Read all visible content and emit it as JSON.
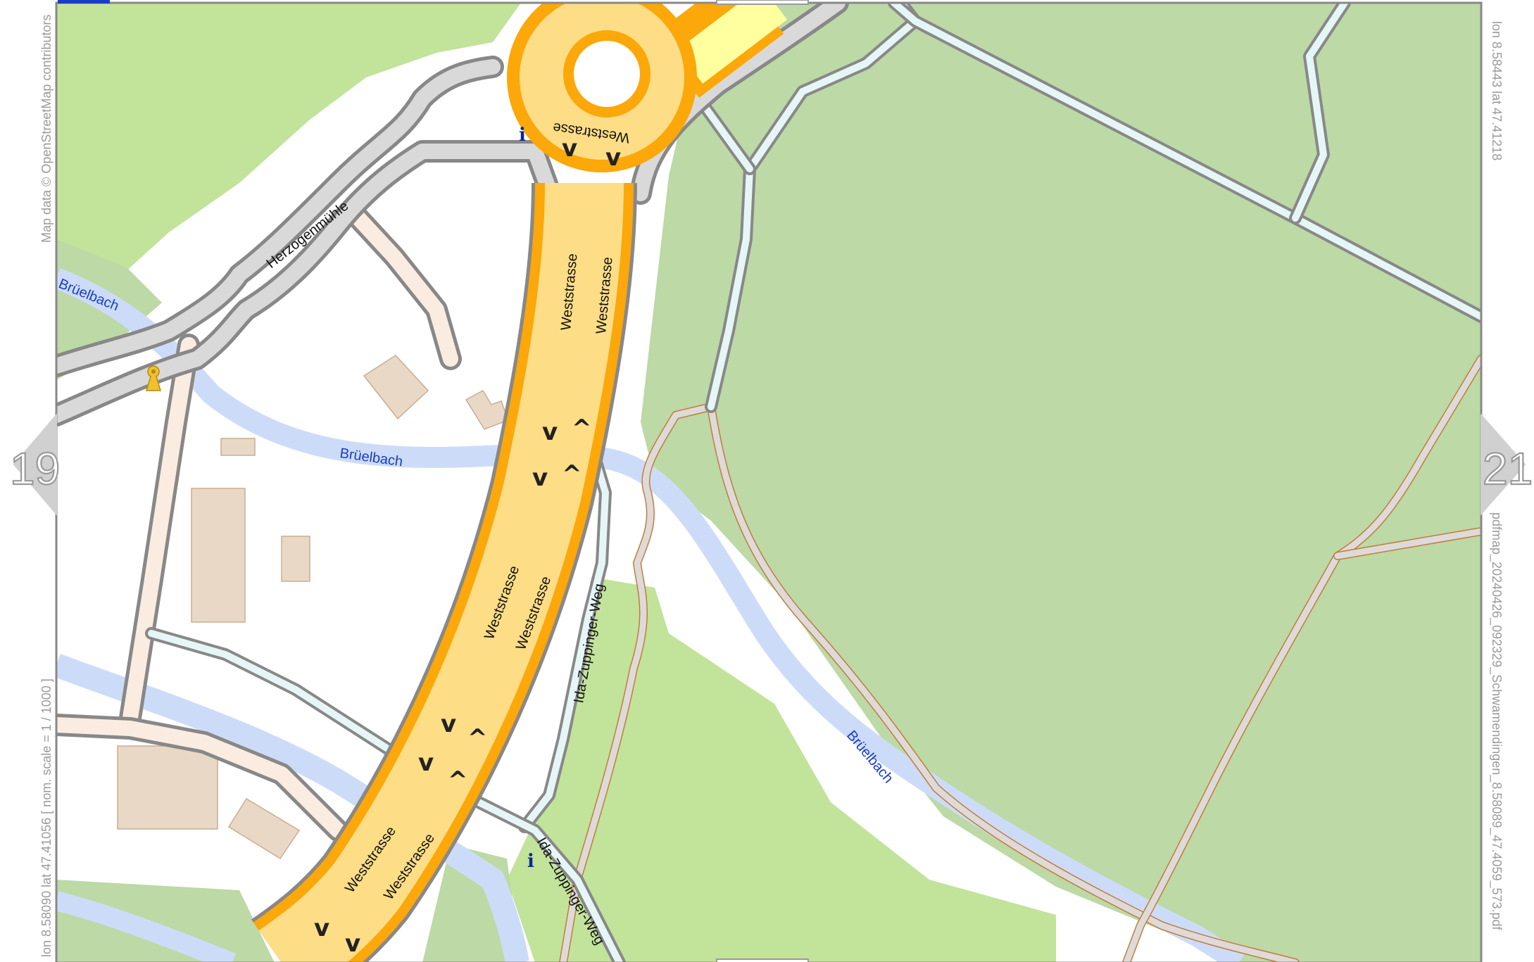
{
  "attribution": "Map data © OpenStreetMap contributors",
  "coords_top_right": "lon 8.58443 lat 47.41218",
  "coords_bottom_left": "lon 8.58090 lat 47.41056 [ nom. scale = 1 / 1000 ]",
  "filename": "pdfmap_20240426_092329_Schwamendingen_8.58089_47.4059_573.pdf",
  "nav": {
    "prev_page": "19",
    "next_page": "21"
  },
  "labels": {
    "weststrasse": "Weststrasse",
    "herzogenmuehle": "Herzogenmühle",
    "bruelbach": "Brüelbach",
    "ida_zuppinger": "Ida-Zuppinger-Weg"
  },
  "icons": {
    "info": "i",
    "oneway_down": "v",
    "oneway_up": "^"
  },
  "colors": {
    "forest": "#bcd9a6",
    "meadow": "#c2e39a",
    "water": "#ccdcf8",
    "building": "#e9d8c5",
    "trunk_fill": "#fddd86",
    "trunk_casing": "#fca70a",
    "road_grey": "#d9d9d9",
    "path_blue": "#e6f6f6"
  }
}
